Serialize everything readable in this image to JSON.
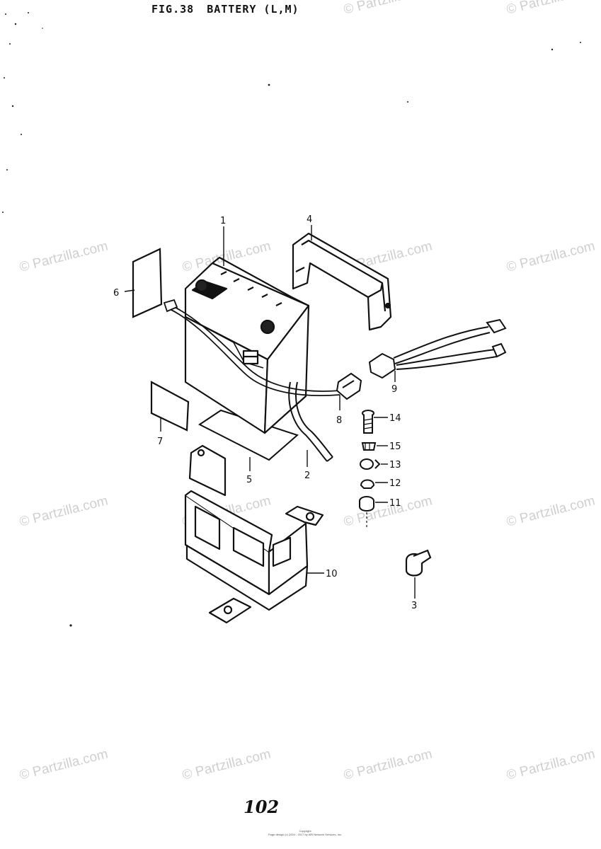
{
  "header": {
    "fig_label": "FIG.38",
    "title": "BATTERY (L,M)"
  },
  "watermark": "© Partzilla.com",
  "page_number": "102",
  "copyright": {
    "line1": "Copyright",
    "line2": "Page design (c) 2004 - 2017 by ARI Network Services, Inc."
  },
  "callouts": {
    "c1": "1",
    "c2": "2",
    "c3": "3",
    "c4": "4",
    "c5": "5",
    "c6": "6",
    "c7": "7",
    "c8": "8",
    "c9": "9",
    "c10": "10",
    "c11": "11",
    "c12": "12",
    "c13": "13",
    "c14": "14",
    "c15": "15"
  }
}
